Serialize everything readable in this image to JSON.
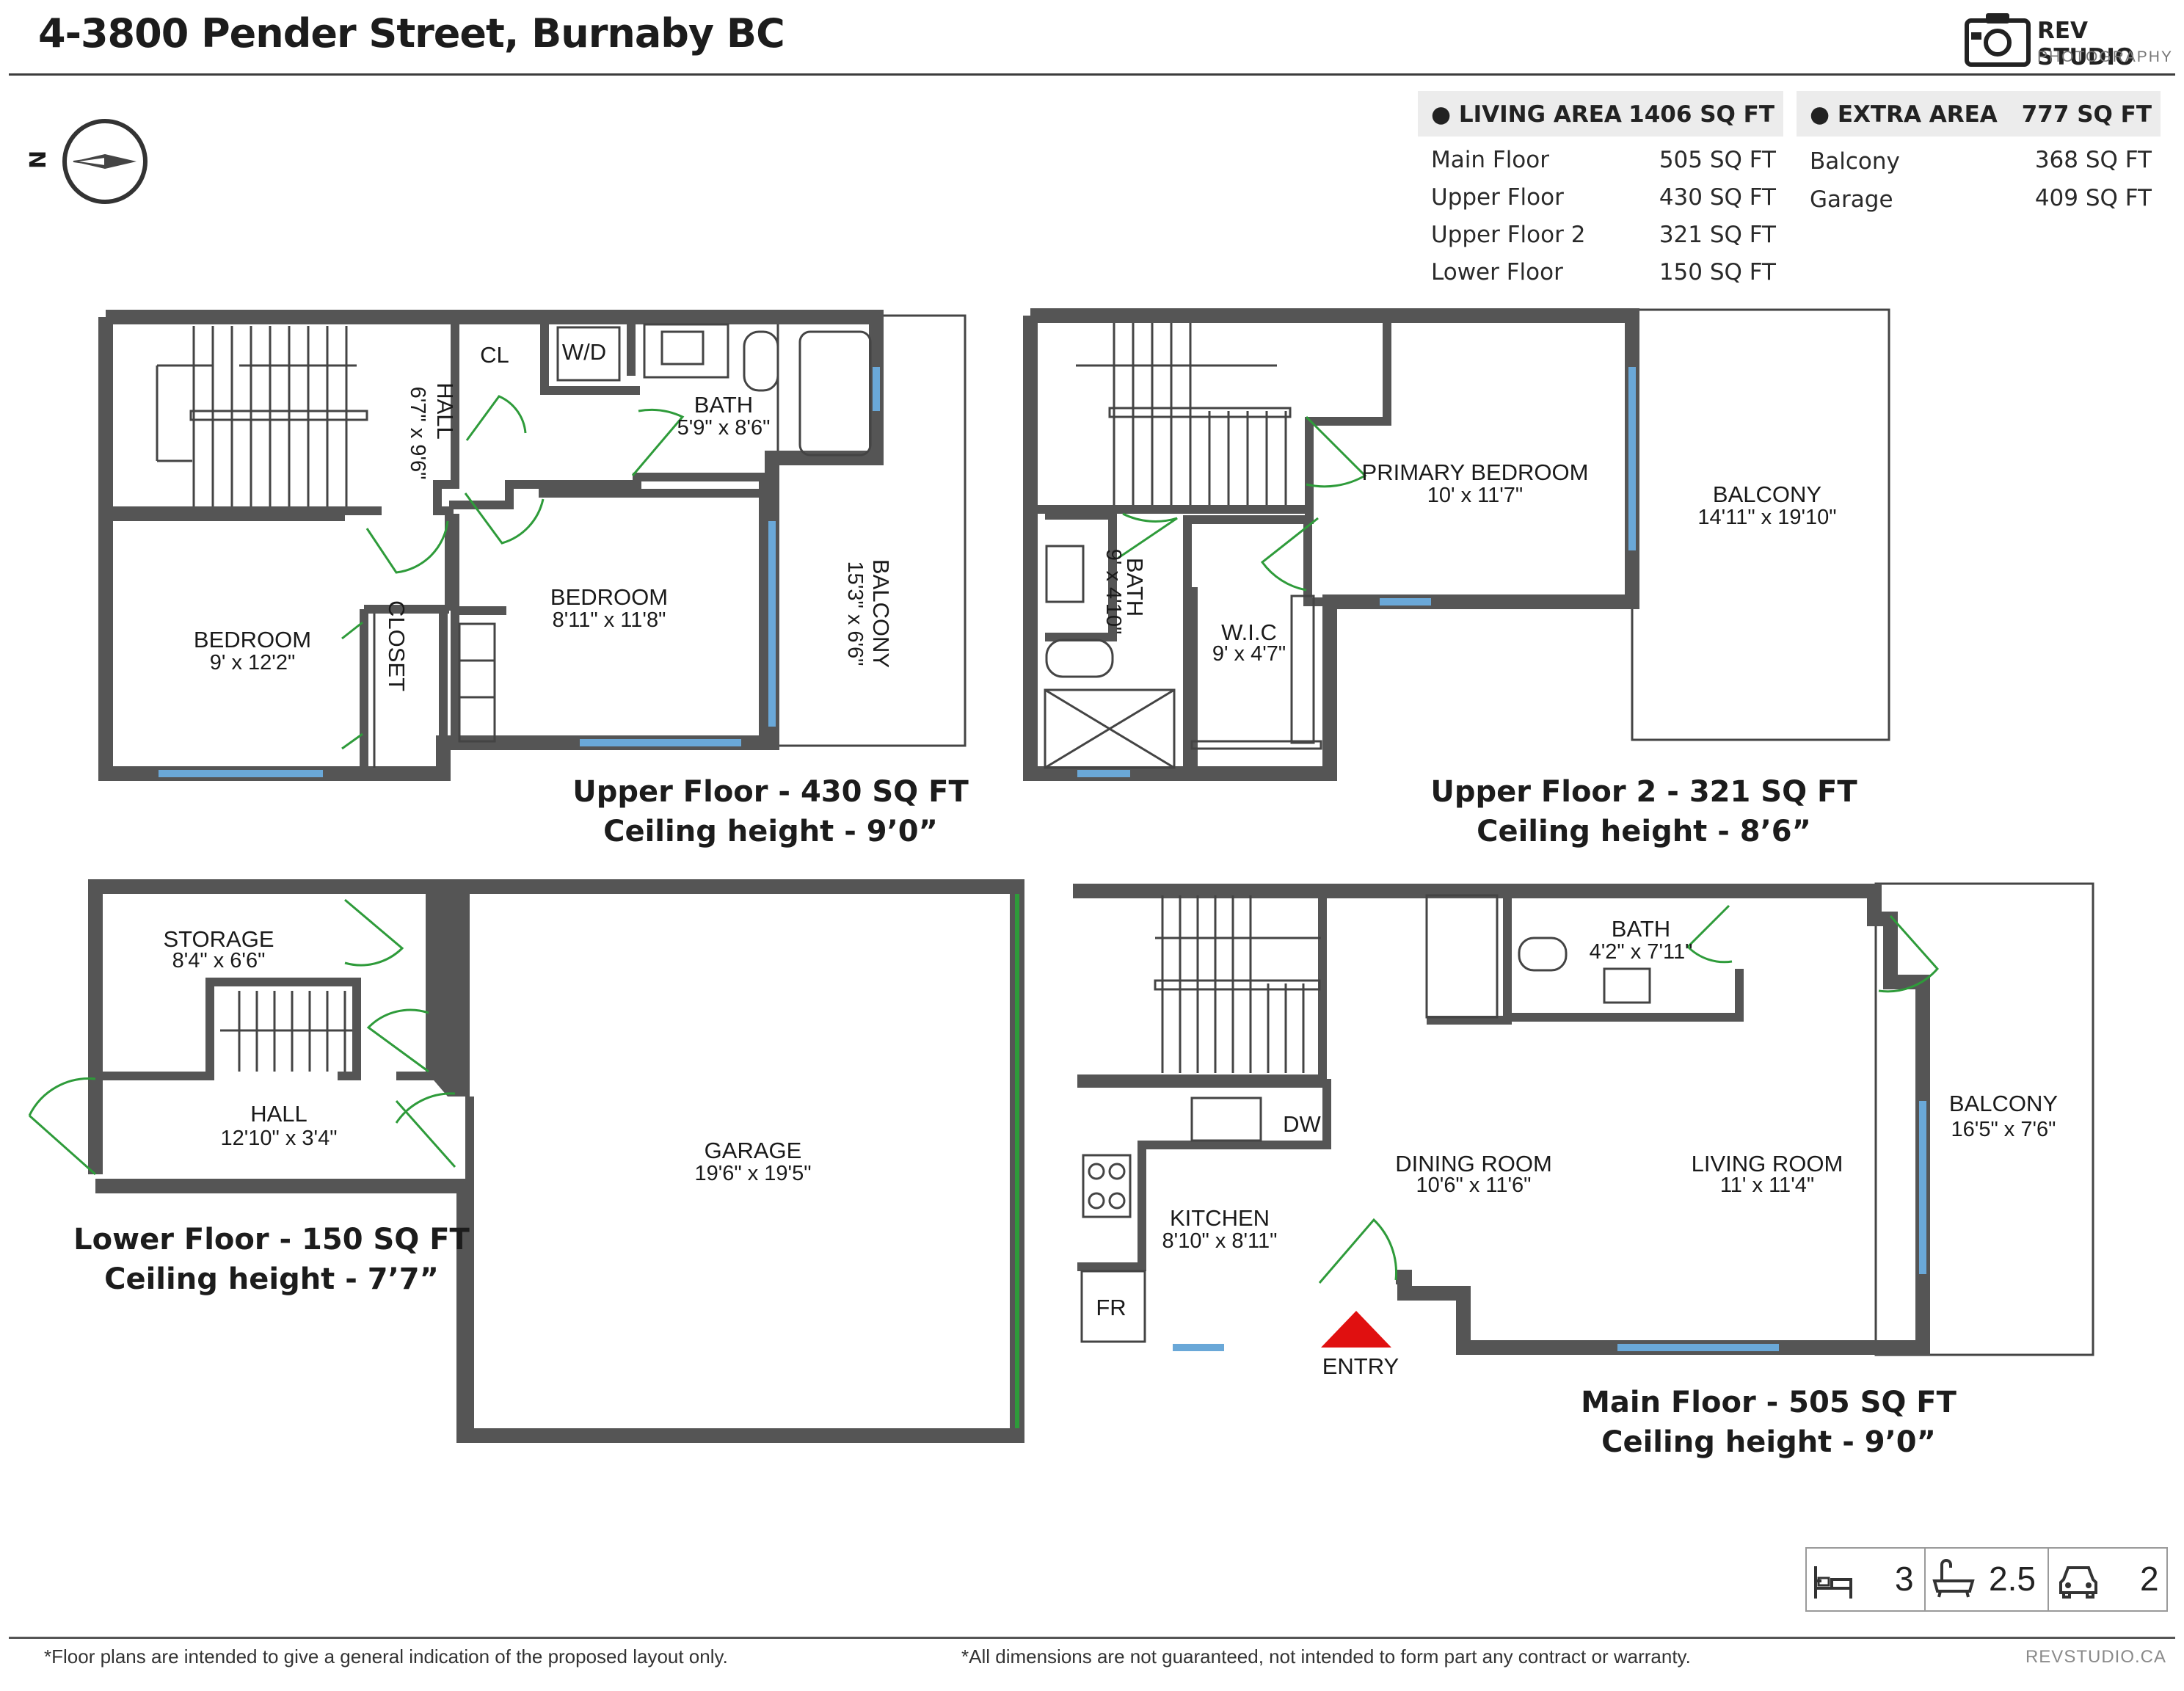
{
  "header": {
    "title": "4-3800 Pender Street, Burnaby BC",
    "logo_name": "REV STUDIO",
    "logo_sub": "PHOTOGRAPHY"
  },
  "compass": {
    "label": "N"
  },
  "living_area": {
    "label": "LIVING AREA",
    "total": "1406 SQ FT",
    "rows": [
      {
        "name": "Main Floor",
        "value": "505 SQ FT"
      },
      {
        "name": "Upper Floor",
        "value": "430 SQ FT"
      },
      {
        "name": "Upper Floor 2",
        "value": "321 SQ FT"
      },
      {
        "name": "Lower Floor",
        "value": "150 SQ FT"
      }
    ]
  },
  "extra_area": {
    "label": "EXTRA AREA",
    "total": "777 SQ FT",
    "rows": [
      {
        "name": "Balcony",
        "value": "368 SQ FT"
      },
      {
        "name": "Garage",
        "value": "409 SQ FT"
      }
    ]
  },
  "floors": {
    "upper": {
      "caption_1": "Upper Floor - 430 SQ FT",
      "caption_2": "Ceiling height - 9’0”",
      "rooms": {
        "hall_name": "HALL",
        "hall_dim": "6'7\" x 9'6\"",
        "cl": "CL",
        "wd": "W/D",
        "bath_name": "BATH",
        "bath_dim": "5'9\" x 8'6\"",
        "bed1_name": "BEDROOM",
        "bed1_dim": "9' x 12'2\"",
        "closet": "CLOSET",
        "bed2_name": "BEDROOM",
        "bed2_dim": "8'11\" x 11'8\"",
        "balcony_name": "BALCONY",
        "balcony_dim": "15'3\" x 6'6\""
      }
    },
    "upper2": {
      "caption_1": "Upper Floor 2 - 321 SQ FT",
      "caption_2": "Ceiling height - 8’6”",
      "rooms": {
        "primary_name": "PRIMARY BEDROOM",
        "primary_dim": "10' x 11'7\"",
        "balcony_name": "BALCONY",
        "balcony_dim": "14'11\" x 19'10\"",
        "bath_name": "BATH",
        "bath_dim": "9' x 4'10\"",
        "wic_name": "W.I.C",
        "wic_dim": "9' x 4'7\""
      }
    },
    "lower": {
      "caption_1": "Lower Floor - 150 SQ FT",
      "caption_2": "Ceiling height - 7’7”",
      "rooms": {
        "storage_name": "STORAGE",
        "storage_dim": "8'4\" x 6'6\"",
        "hall_name": "HALL",
        "hall_dim": "12'10\" x 3'4\"",
        "garage_name": "GARAGE",
        "garage_dim": "19'6\" x 19'5\""
      }
    },
    "main": {
      "caption_1": "Main Floor - 505 SQ FT",
      "caption_2": "Ceiling height - 9’0”",
      "rooms": {
        "bath_name": "BATH",
        "bath_dim": "4'2\" x 7'11\"",
        "dw": "DW",
        "dining_name": "DINING ROOM",
        "dining_dim": "10'6\" x 11'6\"",
        "living_name": "LIVING ROOM",
        "living_dim": "11' x 11'4\"",
        "kitchen_name": "KITCHEN",
        "kitchen_dim": "8'10\" x 8'11\"",
        "fr": "FR",
        "balcony_name": "BALCONY",
        "balcony_dim": "16'5\" x 7'6\"",
        "entry": "ENTRY"
      }
    }
  },
  "summary": {
    "beds": "3",
    "baths": "2.5",
    "parking": "2"
  },
  "footer": {
    "left": "*Floor plans are intended to give a general indication of the proposed layout only.",
    "center": "*All dimensions are not guaranteed, not intended to form part any contract or warranty.",
    "right": "REVSTUDIO.CA"
  },
  "colors": {
    "wall": "#555555",
    "window": "#6aa8d8",
    "door": "#2e9b3a",
    "entry_arrow": "#e01010",
    "header_bg": "#ececec"
  }
}
